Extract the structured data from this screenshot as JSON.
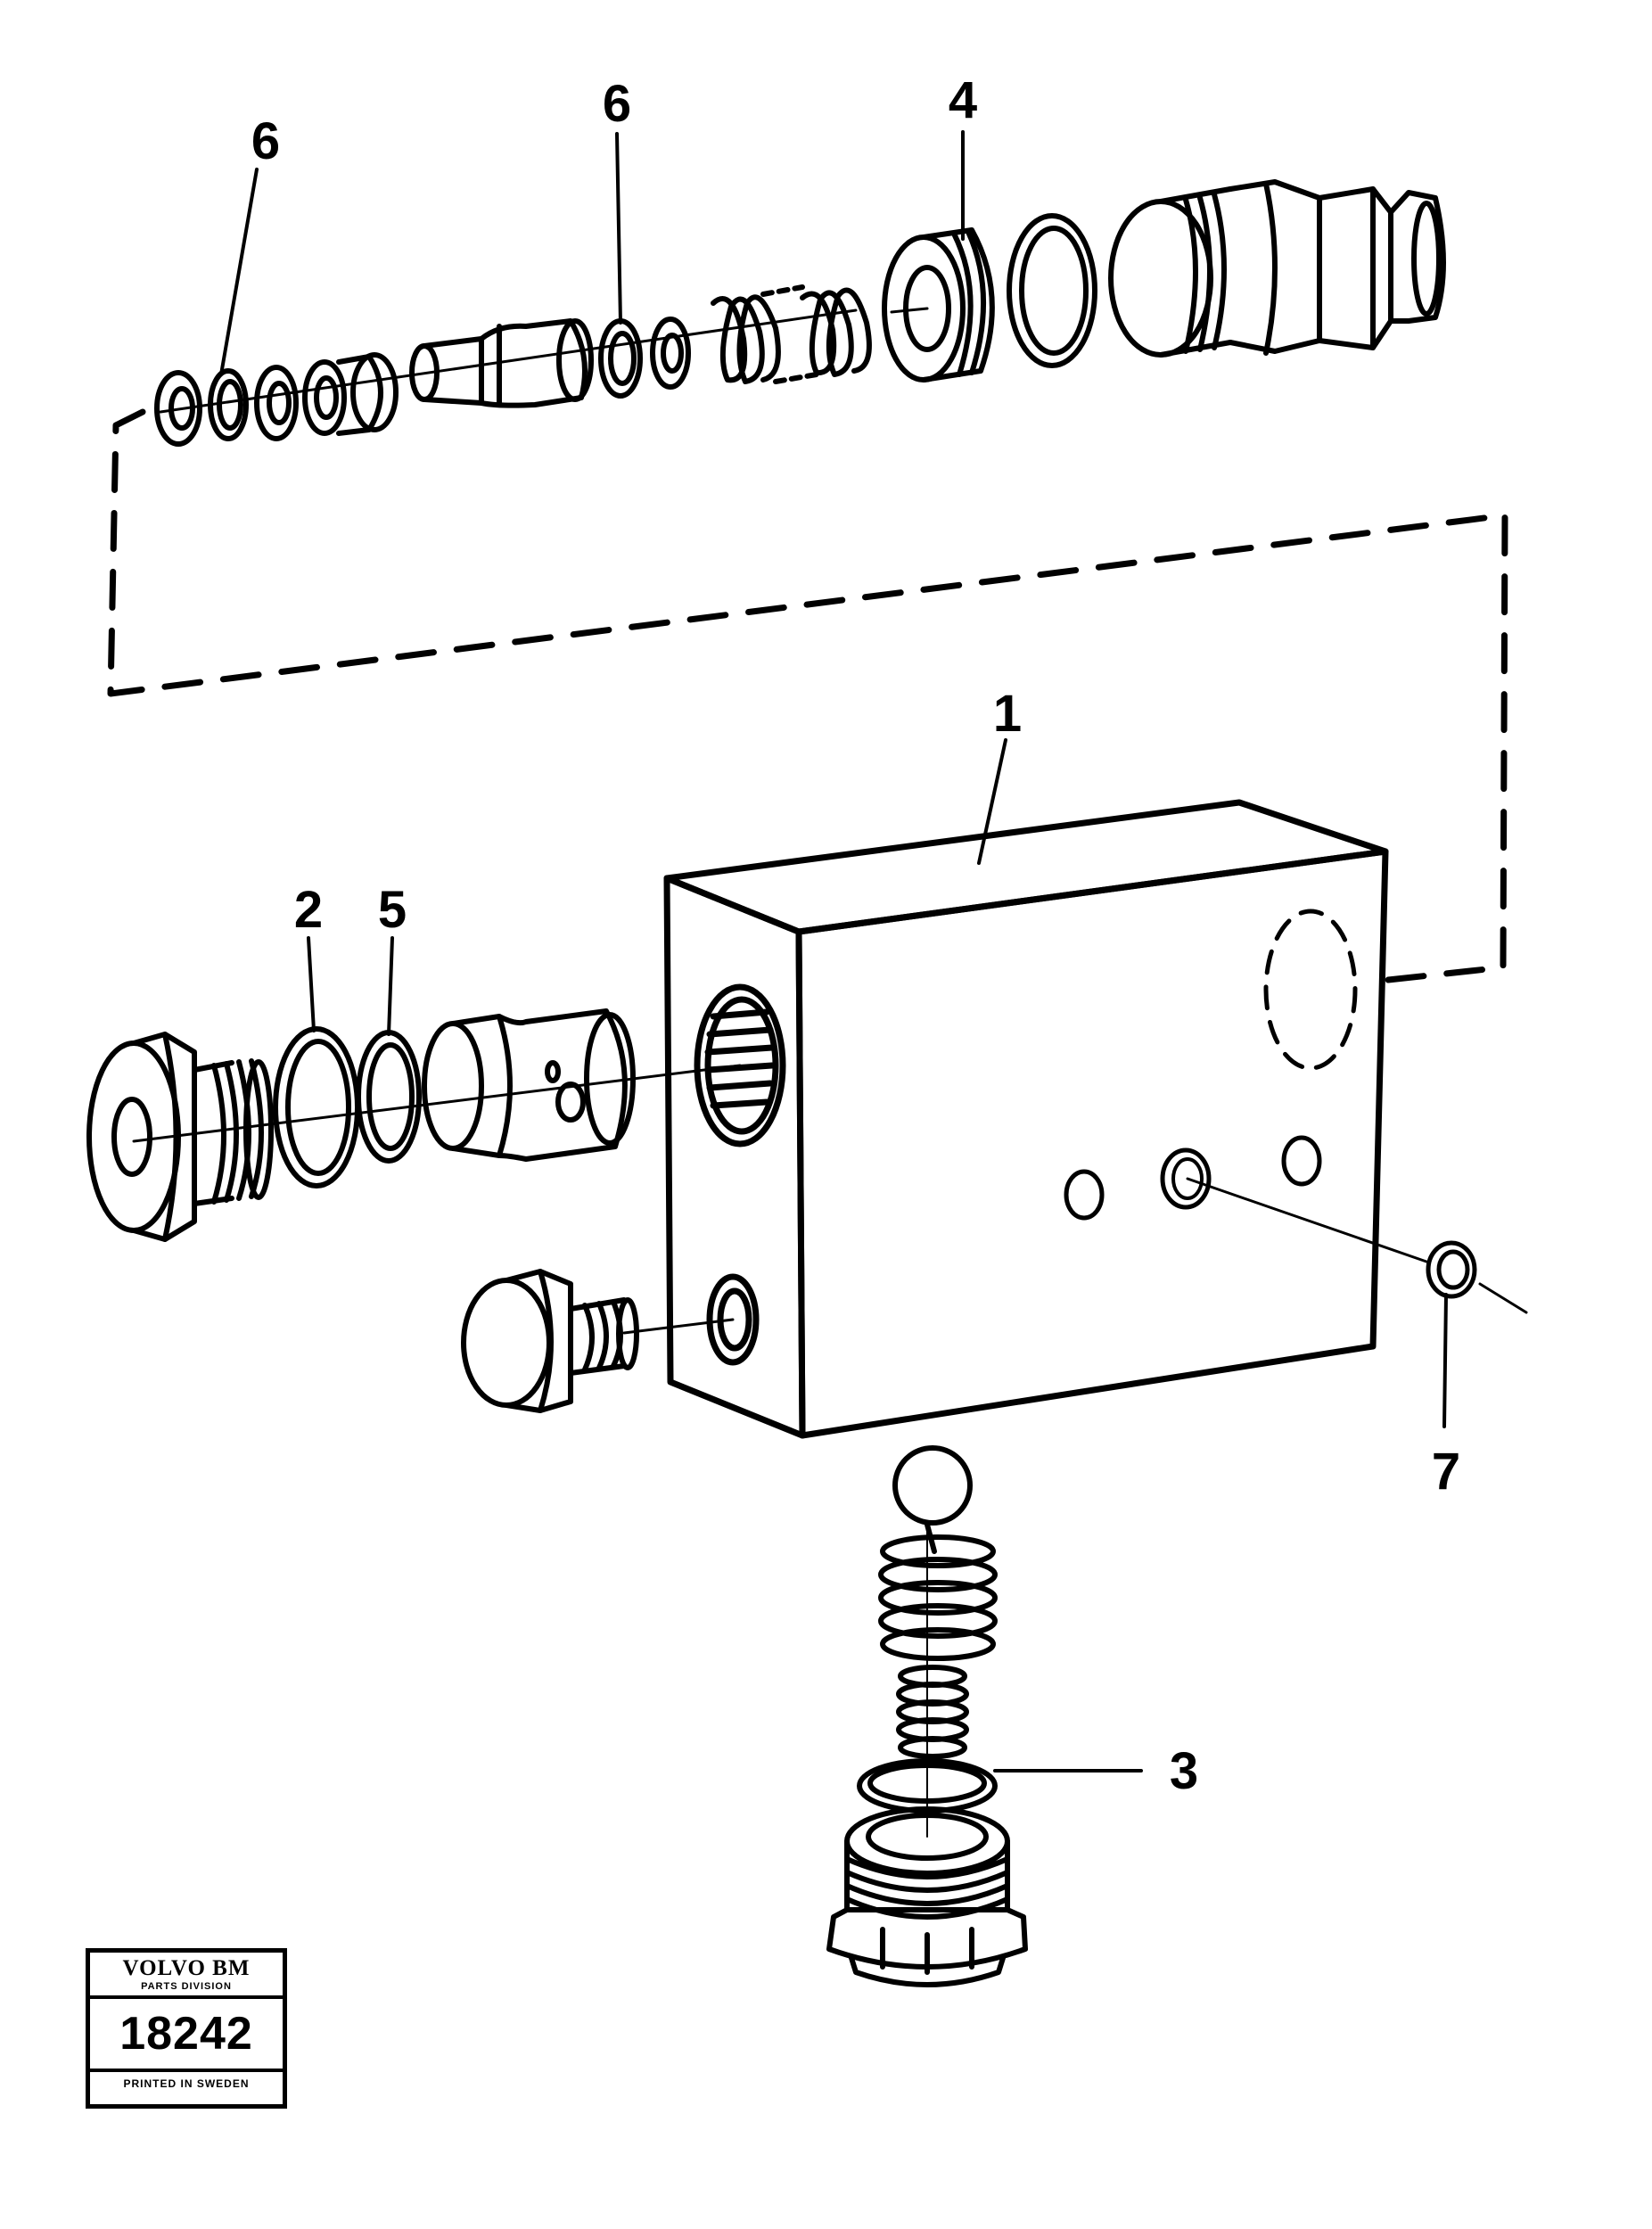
{
  "callouts": {
    "c1": "1",
    "c2": "2",
    "c3": "3",
    "c4": "4",
    "c5": "5",
    "c6a": "6",
    "c6b": "6",
    "c7": "7"
  },
  "stamp": {
    "brand": "VOLVO BM",
    "division": "PARTS DIVISION",
    "number": "18242",
    "printed": "PRINTED IN SWEDEN"
  }
}
